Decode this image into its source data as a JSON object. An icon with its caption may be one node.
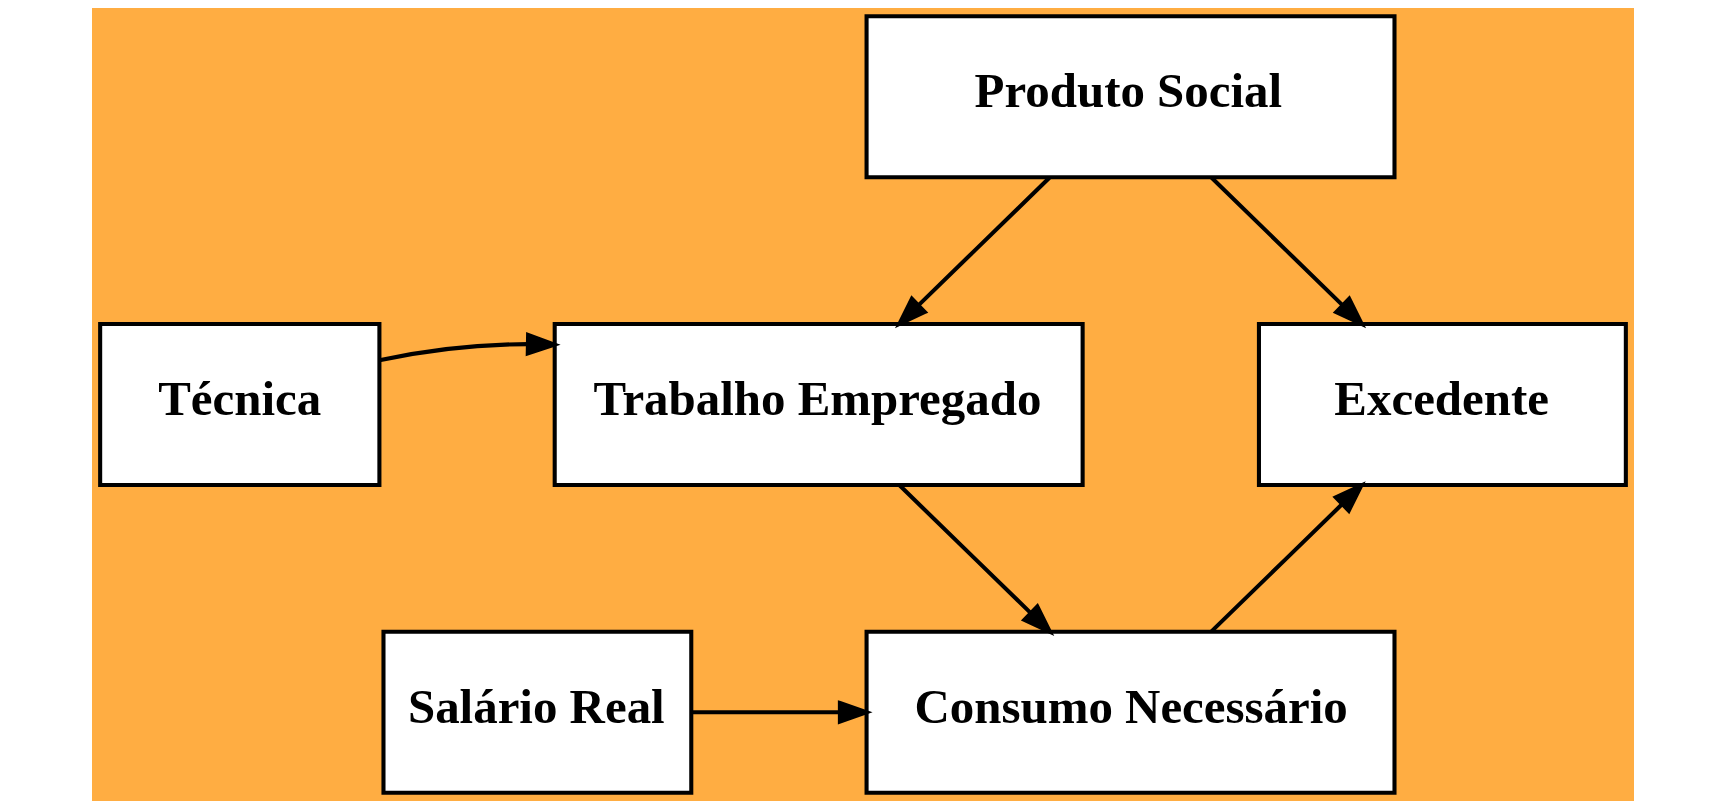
{
  "diagram": {
    "nodes": [
      {
        "text": [
          "Produto Social"
        ]
      },
      {
        "text": [
          "Técnica"
        ]
      },
      {
        "text": [
          "Trabalho Empregado"
        ]
      },
      {
        "text": [
          "Excedente"
        ]
      },
      {
        "text": [
          "Salário Real"
        ]
      },
      {
        "text": [
          "Consumo Necessário"
        ]
      }
    ],
    "edges": [
      {
        "from": 0,
        "to": 2,
        "arrow": "to"
      },
      {
        "from": 0,
        "to": 3,
        "arrow": "to"
      },
      {
        "from": 1,
        "to": 2,
        "arrow": "to"
      },
      {
        "from": 2,
        "to": 5,
        "arrow": "to"
      },
      {
        "from": 4,
        "to": 5,
        "arrow": "to"
      },
      {
        "from": 5,
        "to": 3,
        "arrow": "to"
      }
    ]
  }
}
